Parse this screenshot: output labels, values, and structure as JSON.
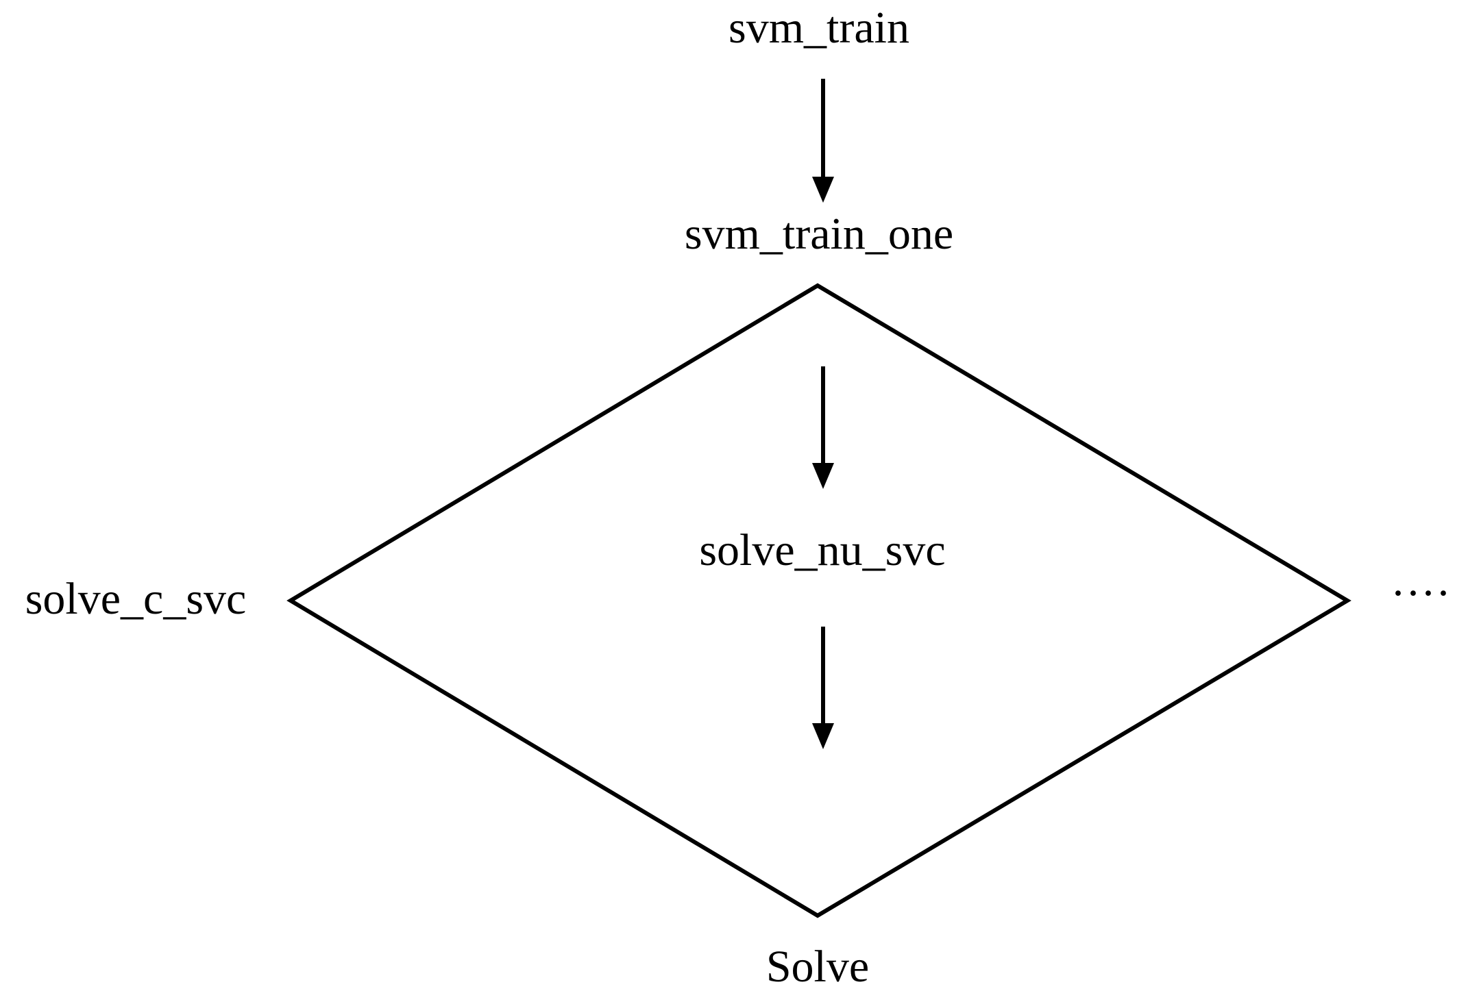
{
  "nodes": {
    "svm_train": "svm_train",
    "svm_train_one": "svm_train_one",
    "solve_nu_svc": "solve_nu_svc",
    "solve_c_svc": "solve_c_svc",
    "more": "····",
    "solve": "Solve"
  },
  "colors": {
    "line": "#000000",
    "background": "#ffffff"
  }
}
